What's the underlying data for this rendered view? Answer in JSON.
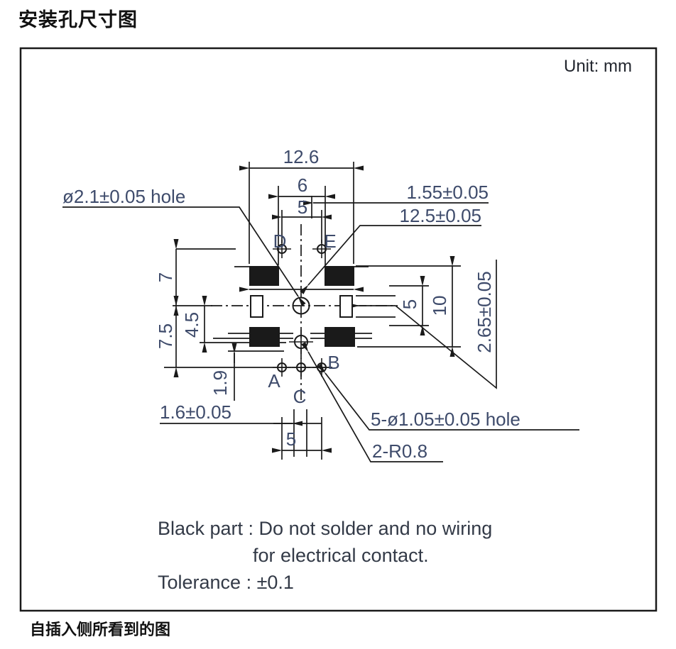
{
  "page": {
    "title": "安装孔尺寸图",
    "unit_label": "Unit: mm",
    "caption": "自插入侧所看到的图"
  },
  "notes": {
    "black_part_line1": "Black part : Do not solder and no wiring",
    "black_part_line2": "for electrical contact.",
    "tolerance_line": "Tolerance : ±0.1"
  },
  "dimensions": {
    "overall_width": "12.6",
    "gap_width": "6",
    "top_hole_span": "5",
    "offset_155": "1.55±0.05",
    "offset_125": "12.5±0.05",
    "center_hole": "ø2.1±0.05 hole",
    "left_7": "7",
    "left_7_5": "7.5",
    "left_4_5": "4.5",
    "left_1_9": "1.9",
    "slot_width": "1.6±0.05",
    "bottom_hole_span": "5",
    "small_holes": "5-ø1.05±0.05 hole",
    "corner_radius": "2-R0.8",
    "right_5": "5",
    "right_10": "10",
    "slot_height": "2.65±0.05"
  },
  "hole_labels": {
    "a": "A",
    "b": "B",
    "c": "C",
    "d": "D",
    "e": "E"
  },
  "colors": {
    "line": "#1a1a1a",
    "dimension_text": "#3e4b6b",
    "body_text": "#333a47",
    "black_part_fill": "#1a1a1a"
  }
}
